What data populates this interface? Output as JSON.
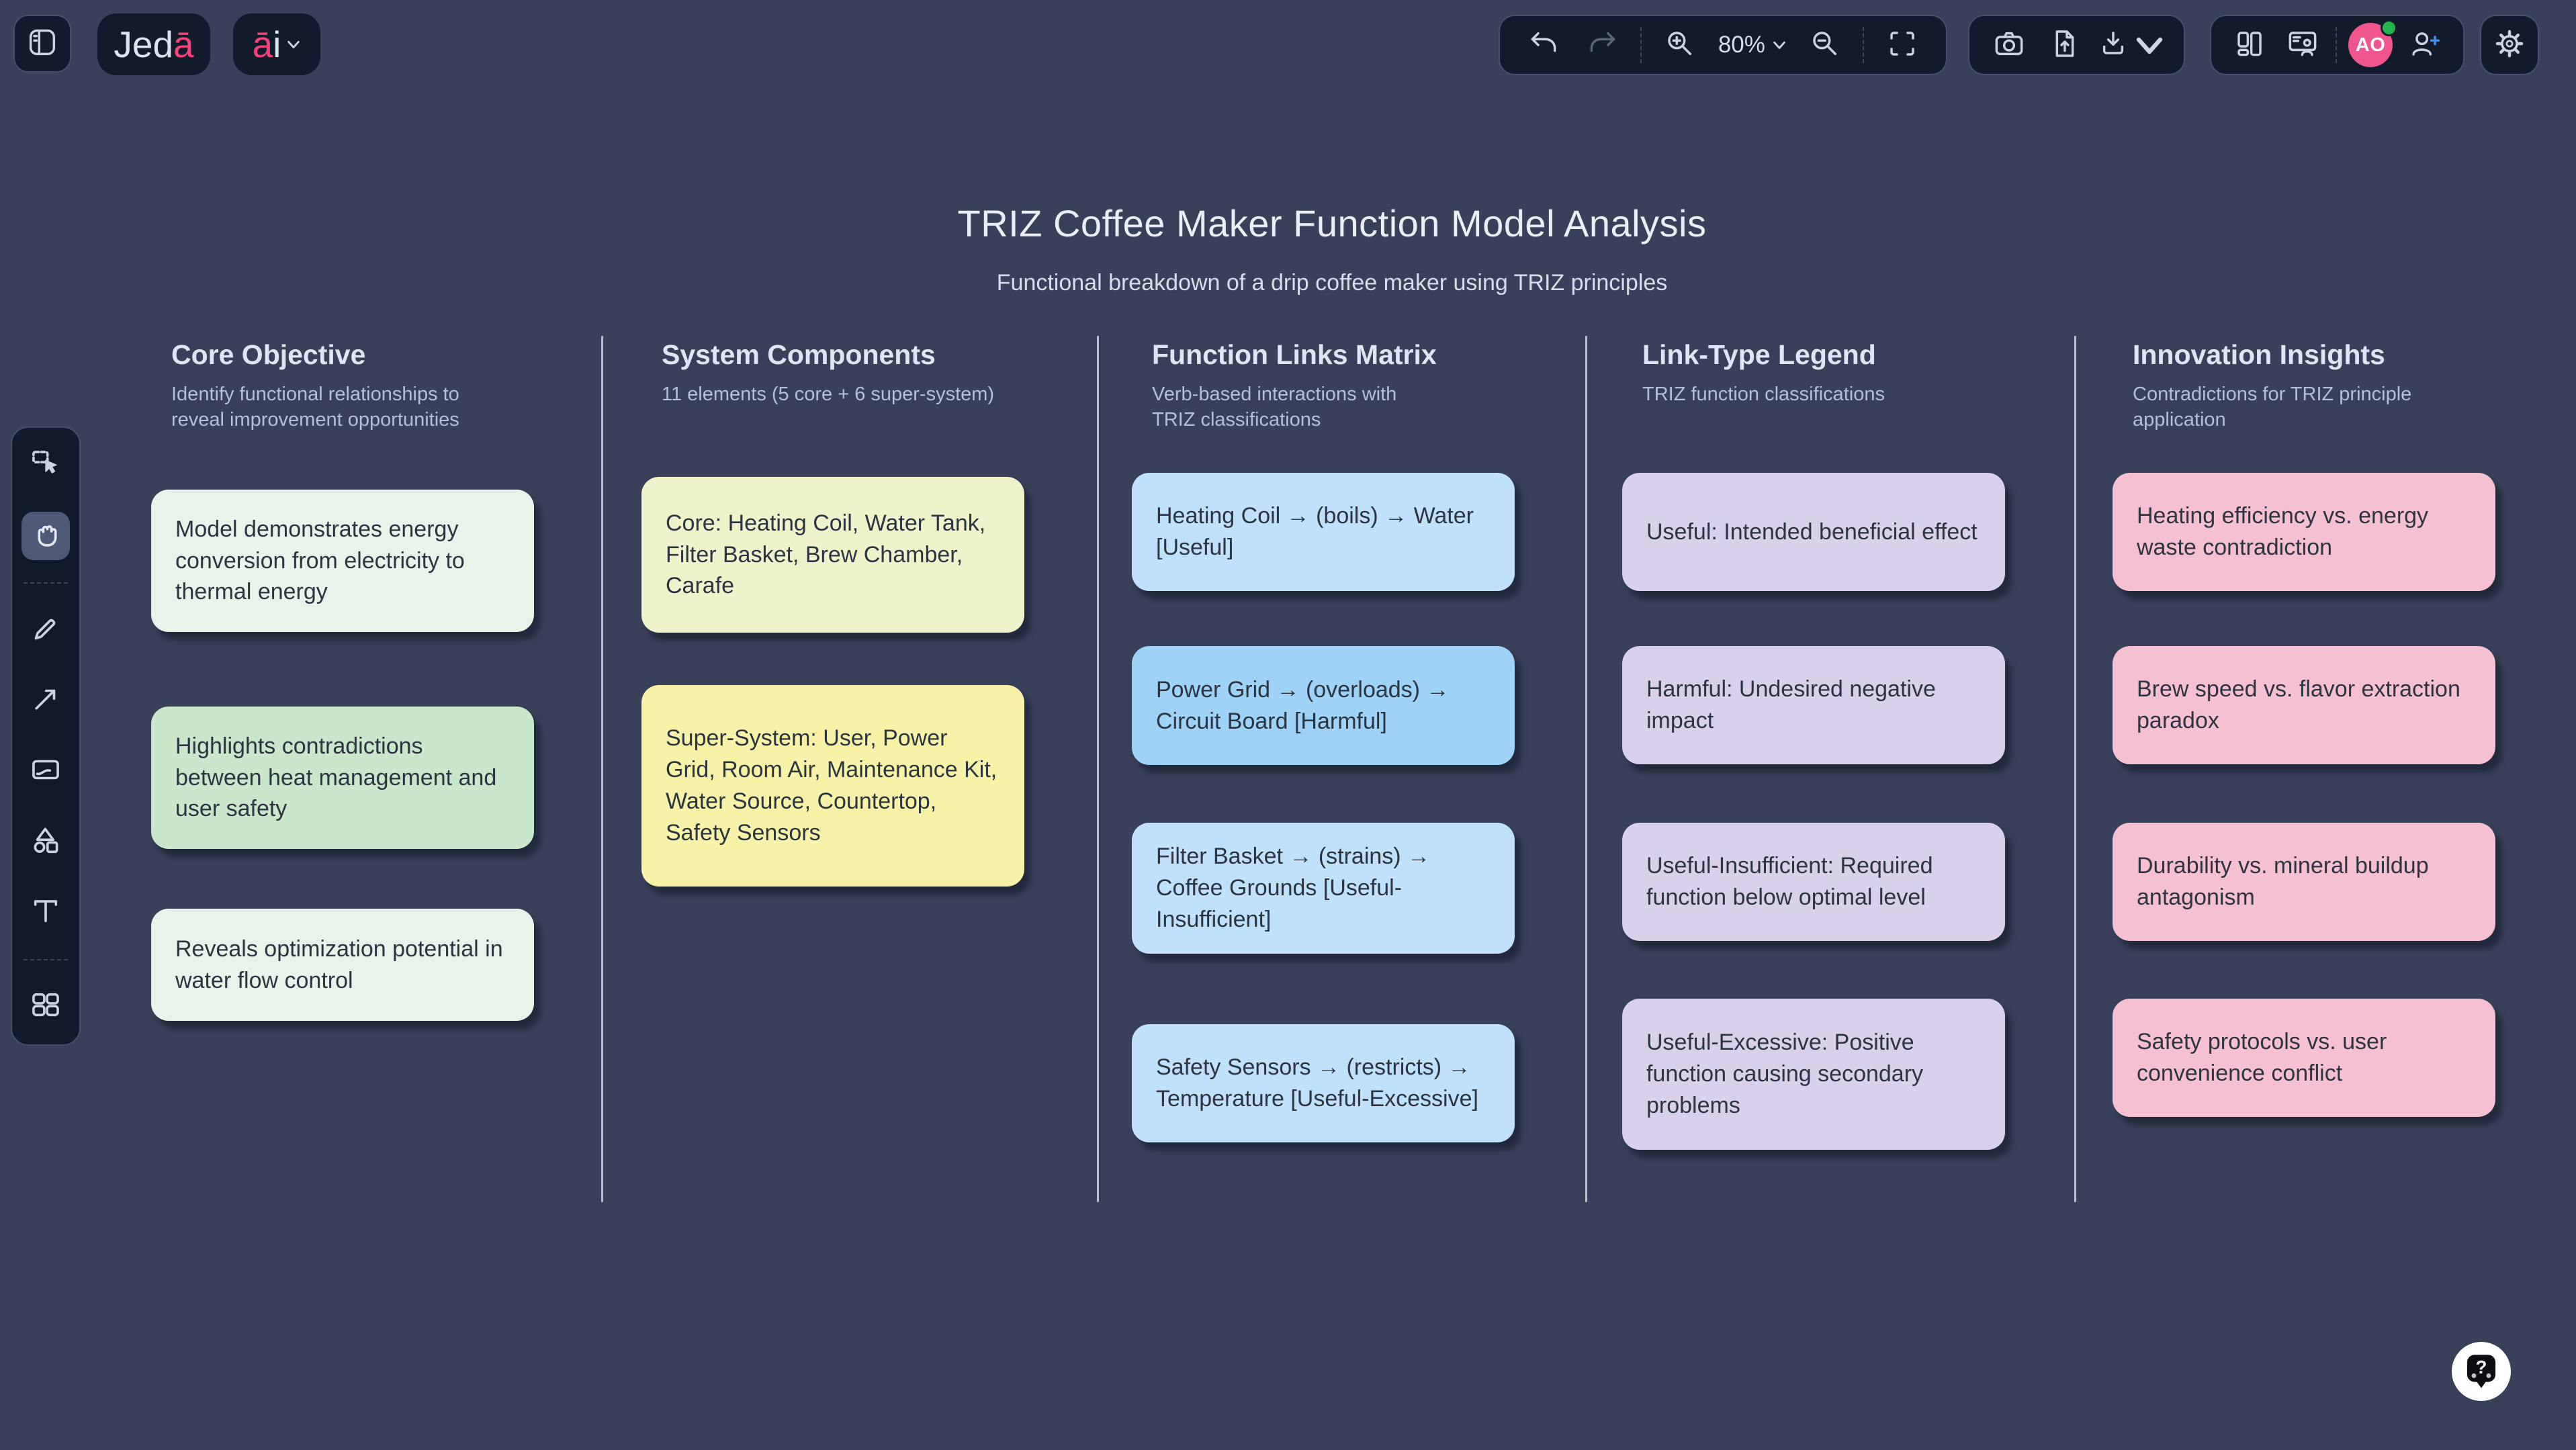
{
  "app": {
    "logo": {
      "prefix": "Jed",
      "accent": "ā"
    },
    "ai_button": {
      "accent": "ā",
      "suffix": "i"
    }
  },
  "toolbar": {
    "zoom_level": "80%"
  },
  "avatar": {
    "initials": "AO"
  },
  "help": {
    "question_mark": "?"
  },
  "canvas": {
    "title": "TRIZ Coffee Maker Function Model Analysis",
    "subtitle": "Functional breakdown of a drip coffee maker using TRIZ principles"
  },
  "columns": [
    {
      "header": "Core Objective",
      "description": "Identify functional relationships to reveal improvement opportunities",
      "notes": [
        {
          "text": "Model demonstrates energy conversion from electricity to thermal energy",
          "color": "#e6f4ea"
        },
        {
          "text": "Highlights contradictions between heat management and user safety",
          "color": "#c9e7cb"
        },
        {
          "text": "Reveals optimization potential in water flow control",
          "color": "#e6f4ea"
        }
      ]
    },
    {
      "header": "System Components",
      "description": "11 elements (5 core + 6 super-system)",
      "notes": [
        {
          "text": "Core: Heating Coil, Water Tank, Filter Basket, Brew Chamber, Carafe",
          "color": "#eff3cc"
        },
        {
          "text": "Super-System: User, Power Grid, Room Air, Maintenance Kit, Water Source, Countertop, Safety Sensors",
          "color": "#f8f2a8"
        }
      ]
    },
    {
      "header": "Function Links Matrix",
      "description": "Verb-based interactions with TRIZ classifications",
      "notes": [
        {
          "text": "Heating Coil → (boils) → Water [Useful]",
          "color": "#c0e1f9"
        },
        {
          "text": "Power Grid → (overloads) → Circuit Board [Harmful]",
          "color": "#9ed2f6"
        },
        {
          "text": "Filter Basket → (strains) → Coffee Grounds [Useful-Insufficient]",
          "color": "#c0e1f9"
        },
        {
          "text": "Safety Sensors → (restricts) → Temperature [Useful-Excessive]",
          "color": "#c0e1f9"
        }
      ]
    },
    {
      "header": "Link-Type Legend",
      "description": "TRIZ function classifications",
      "notes": [
        {
          "text": "Useful: Intended beneficial effect",
          "color": "#d9d1ec"
        },
        {
          "text": "Harmful: Undesired negative impact",
          "color": "#d9d1ec"
        },
        {
          "text": "Useful-Insufficient: Required function below optimal level",
          "color": "#d9d1ec"
        },
        {
          "text": "Useful-Excessive: Positive function causing secondary problems",
          "color": "#d9d1ec"
        }
      ]
    },
    {
      "header": "Innovation Insights",
      "description": "Contradictions for TRIZ principle application",
      "notes": [
        {
          "text": "Heating efficiency vs. energy waste contradiction",
          "color": "#f6c0d3"
        },
        {
          "text": "Brew speed vs. flavor extraction paradox",
          "color": "#f6c0d3"
        },
        {
          "text": "Durability vs. mineral buildup antagonism",
          "color": "#f6c0d3"
        },
        {
          "text": "Safety protocols vs. user convenience conflict",
          "color": "#f6c0d3"
        }
      ]
    }
  ],
  "colors": {
    "background": "#384159",
    "panel": "#121b2b",
    "panel_border": "#454f69",
    "accent_pink": "#f4437c",
    "avatar_pink": "#f0558d",
    "online_green": "#23b44d",
    "add_user_blue": "#3e8ff0",
    "divider_line": "#d5dde9"
  },
  "icons": {
    "sidebar-toggle": "split panel",
    "undo": "curved arrow left",
    "redo": "curved arrow right",
    "zoom-in": "magnifier plus",
    "zoom-out": "magnifier minus",
    "fit-screen": "corner brackets",
    "screenshot-camera": "camera",
    "import-file": "page with up arrow",
    "download": "down arrow into tray",
    "chevron-down": "v chevron",
    "layout-kanban": "column boxes",
    "present": "person at board",
    "add-collaborator": "person with plus",
    "settings-gear": "gear",
    "select-tool": "dashed box with cursor",
    "hand-tool": "grab hand",
    "pen-tool": "pencil",
    "connector-tool": "diagonal arrow",
    "card-tool": "card with swoosh",
    "shapes-tool": "triangle circle square",
    "text-tool": "letter T",
    "apps-grid": "four squares",
    "help": "question bubble"
  }
}
